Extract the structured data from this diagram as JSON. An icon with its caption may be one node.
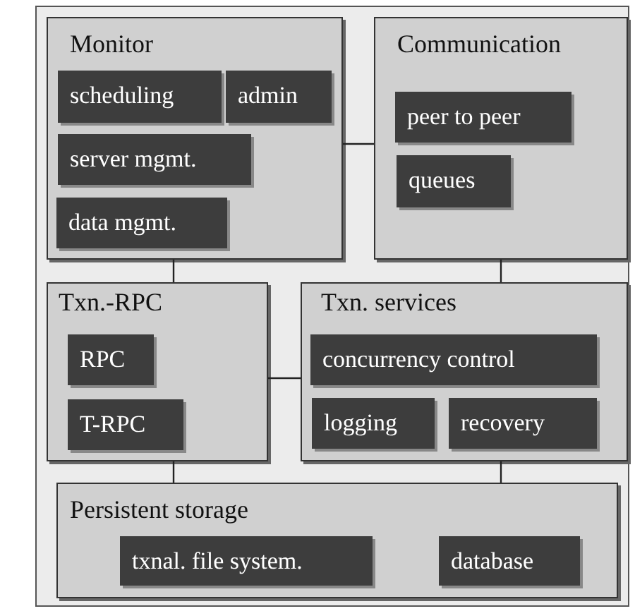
{
  "diagram": {
    "nodes": [
      {
        "text": [
          "Monitor"
        ]
      },
      {
        "text": [
          "scheduling"
        ],
        "in": 0
      },
      {
        "text": [
          "admin"
        ],
        "in": 0
      },
      {
        "text": [
          "server mgmt."
        ],
        "in": 0
      },
      {
        "text": [
          "data mgmt."
        ],
        "in": 0
      },
      {
        "text": [
          "Communication"
        ]
      },
      {
        "text": [
          "peer to peer"
        ],
        "in": 5
      },
      {
        "text": [
          "queues"
        ],
        "in": 5
      },
      {
        "text": [
          "Txn.-RPC"
        ]
      },
      {
        "text": [
          "RPC"
        ],
        "in": 8
      },
      {
        "text": [
          "T-RPC"
        ],
        "in": 8
      },
      {
        "text": [
          "Txn. services"
        ]
      },
      {
        "text": [
          "concurrency control"
        ],
        "in": 11
      },
      {
        "text": [
          "logging"
        ],
        "in": 11
      },
      {
        "text": [
          "recovery"
        ],
        "in": 11
      },
      {
        "text": [
          "Persistent storage"
        ]
      },
      {
        "text": [
          "txnal. file system."
        ],
        "in": 15
      },
      {
        "text": [
          "database"
        ],
        "in": 15
      }
    ],
    "edges": [
      {
        "from": 0,
        "to": 5,
        "arrow": "none"
      },
      {
        "from": 0,
        "to": 8,
        "arrow": "none"
      },
      {
        "from": 5,
        "to": 11,
        "arrow": "none"
      },
      {
        "from": 8,
        "to": 11,
        "arrow": "none"
      },
      {
        "from": 8,
        "to": 15,
        "arrow": "none"
      },
      {
        "from": 11,
        "to": 15,
        "arrow": "none"
      }
    ]
  }
}
